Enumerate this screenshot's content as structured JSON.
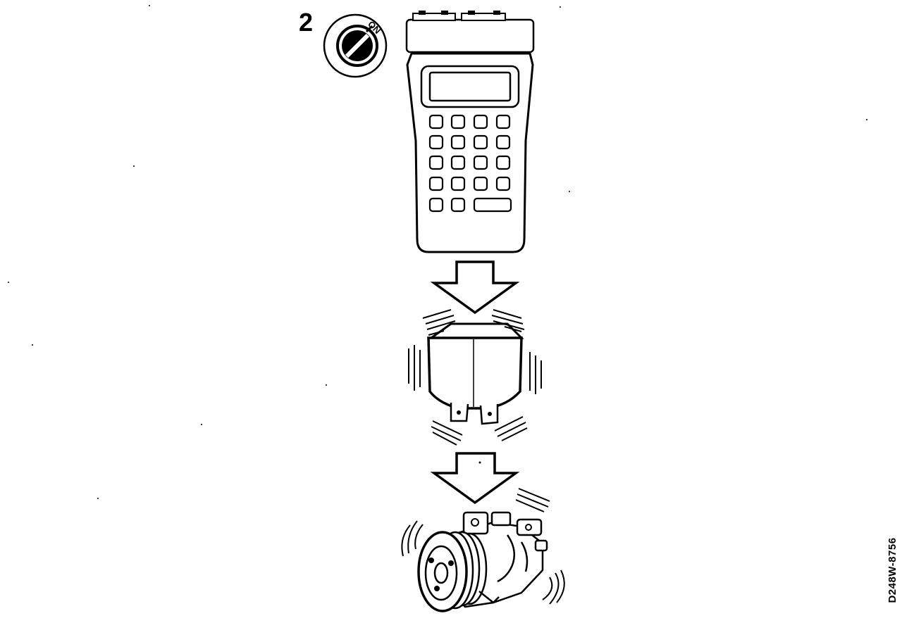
{
  "diagram": {
    "step_number": "2",
    "ignition_switch_label": "ON",
    "figure_code": "D248W-8756"
  }
}
